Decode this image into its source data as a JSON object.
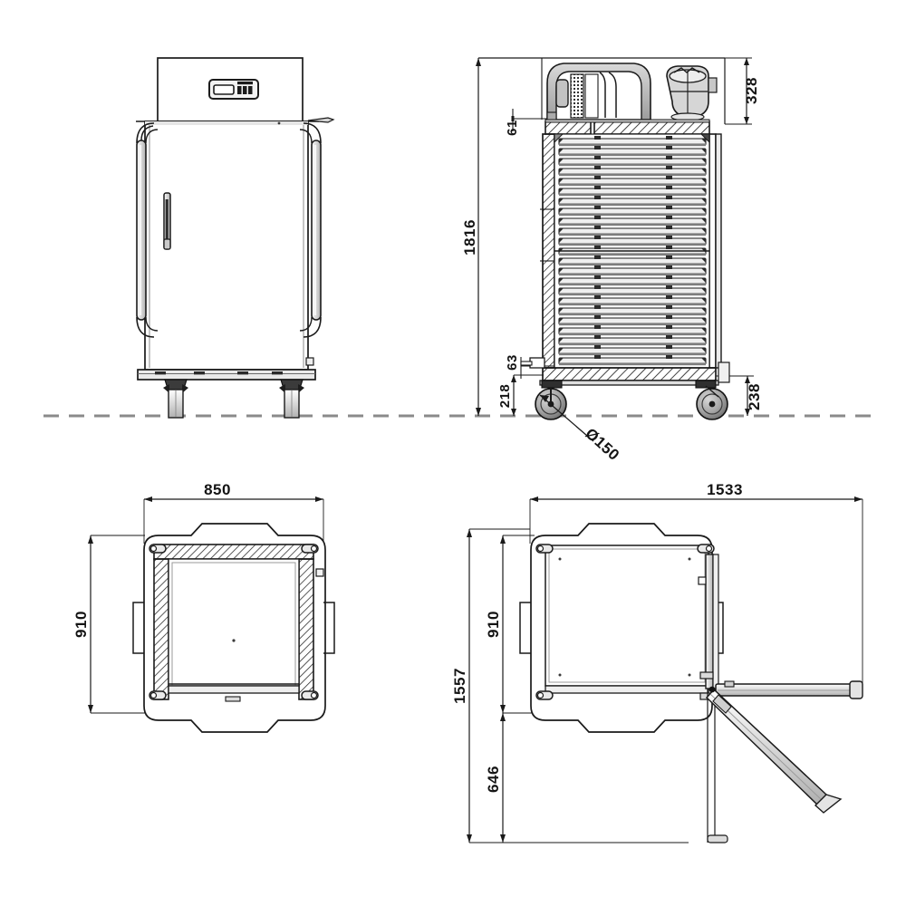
{
  "drawing": {
    "title": "Roll-in blast chiller / trolley cabinet — multi-view dimensioned technical drawing",
    "units": "mm",
    "views": [
      {
        "id": "front-elevation",
        "name": "Front elevation view",
        "position": "top-left"
      },
      {
        "id": "side-section",
        "name": "Side sectional elevation view",
        "position": "top-right"
      },
      {
        "id": "top-plan-section",
        "name": "Top plan sectional view",
        "position": "bottom-left"
      },
      {
        "id": "top-plan-door-swing",
        "name": "Top plan view with door swing arc",
        "position": "bottom-right"
      }
    ]
  },
  "dimensions": {
    "side_section": {
      "overall_height": "1816",
      "top_compartment_height": "328",
      "top_gap": "61",
      "base_plinth": "63",
      "floor_to_base": "218",
      "caster_zone_height": "238",
      "caster_diameter": "Ø150"
    },
    "top_plan_section": {
      "width": "850",
      "depth": "910"
    },
    "top_plan_door_swing": {
      "overall_width_with_door": "1533",
      "overall_depth_with_door": "1557",
      "body_depth": "910",
      "door_swing_depth": "646"
    }
  },
  "labels": {
    "d1816": "1816",
    "d328": "328",
    "d61": "61",
    "d63": "63",
    "d218": "218",
    "d238": "238",
    "dcaster": "Ø150",
    "d850": "850",
    "d910a": "910",
    "d1533": "1533",
    "d1557": "1557",
    "d910b": "910",
    "d646": "646"
  },
  "colors": {
    "line": "#1a1a1a",
    "thin_line": "#3a3a3a",
    "hatch": "#2b2b2b",
    "fill_light": "#f2f2f2",
    "fill_mid": "#cfcfcf",
    "fill_dark": "#9a9a9a",
    "ground_line": "#8a8a8a",
    "background": "#ffffff"
  },
  "components": {
    "control_panel": "control-panel",
    "door_handle": "door-handle",
    "bumper_rail_left": "bumper-rail",
    "bumper_rail_right": "bumper-rail",
    "caster_left": "caster-wheel",
    "caster_right": "caster-wheel",
    "blower_assembly": "blower-assembly",
    "motor_assembly": "motor-assembly",
    "shelf_rail_count": 23
  }
}
